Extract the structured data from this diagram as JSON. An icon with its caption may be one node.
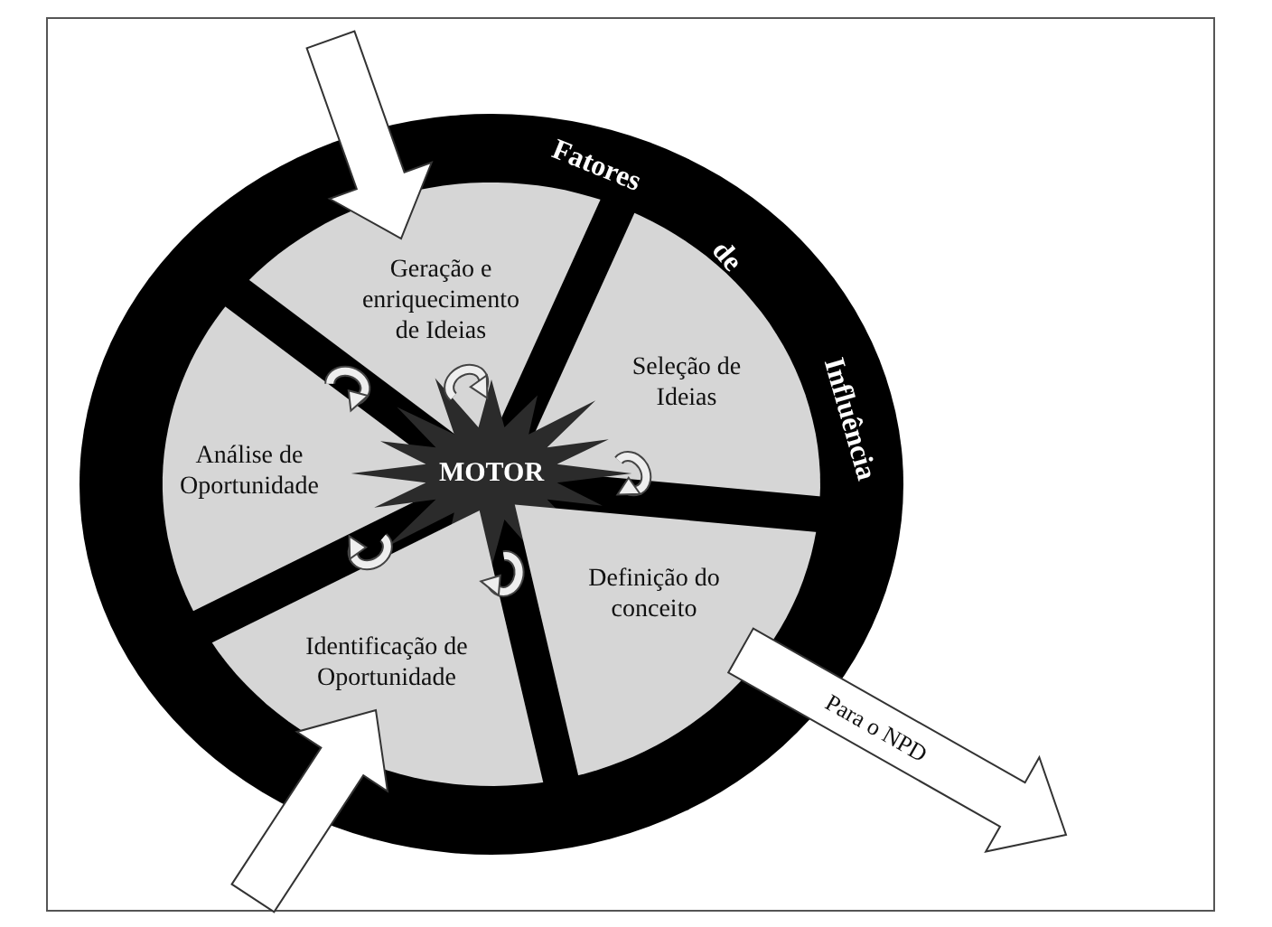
{
  "diagram": {
    "nodes": [
      {
        "text": [
          "Fatores",
          "de",
          "Influência"
        ]
      },
      {
        "text": [
          "Geração e enriquecimento de Ideias"
        ],
        "in": 0
      },
      {
        "text": [
          "Seleção de Ideias"
        ],
        "in": 0
      },
      {
        "text": [
          "Análise de Oportunidade"
        ],
        "in": 0
      },
      {
        "text": [
          "MOTOR"
        ],
        "in": 0
      },
      {
        "text": [
          "Definição do conceito"
        ],
        "in": 0
      },
      {
        "text": [
          "Identificação de Oportunidade"
        ],
        "in": 0
      }
    ],
    "edges": [
      {
        "from": null,
        "to": 1,
        "arrow": "to"
      },
      {
        "from": 5,
        "to": null,
        "arrow": "to",
        "label": "Para o NPD"
      },
      {
        "from": null,
        "to": 6,
        "arrow": "to"
      }
    ]
  }
}
